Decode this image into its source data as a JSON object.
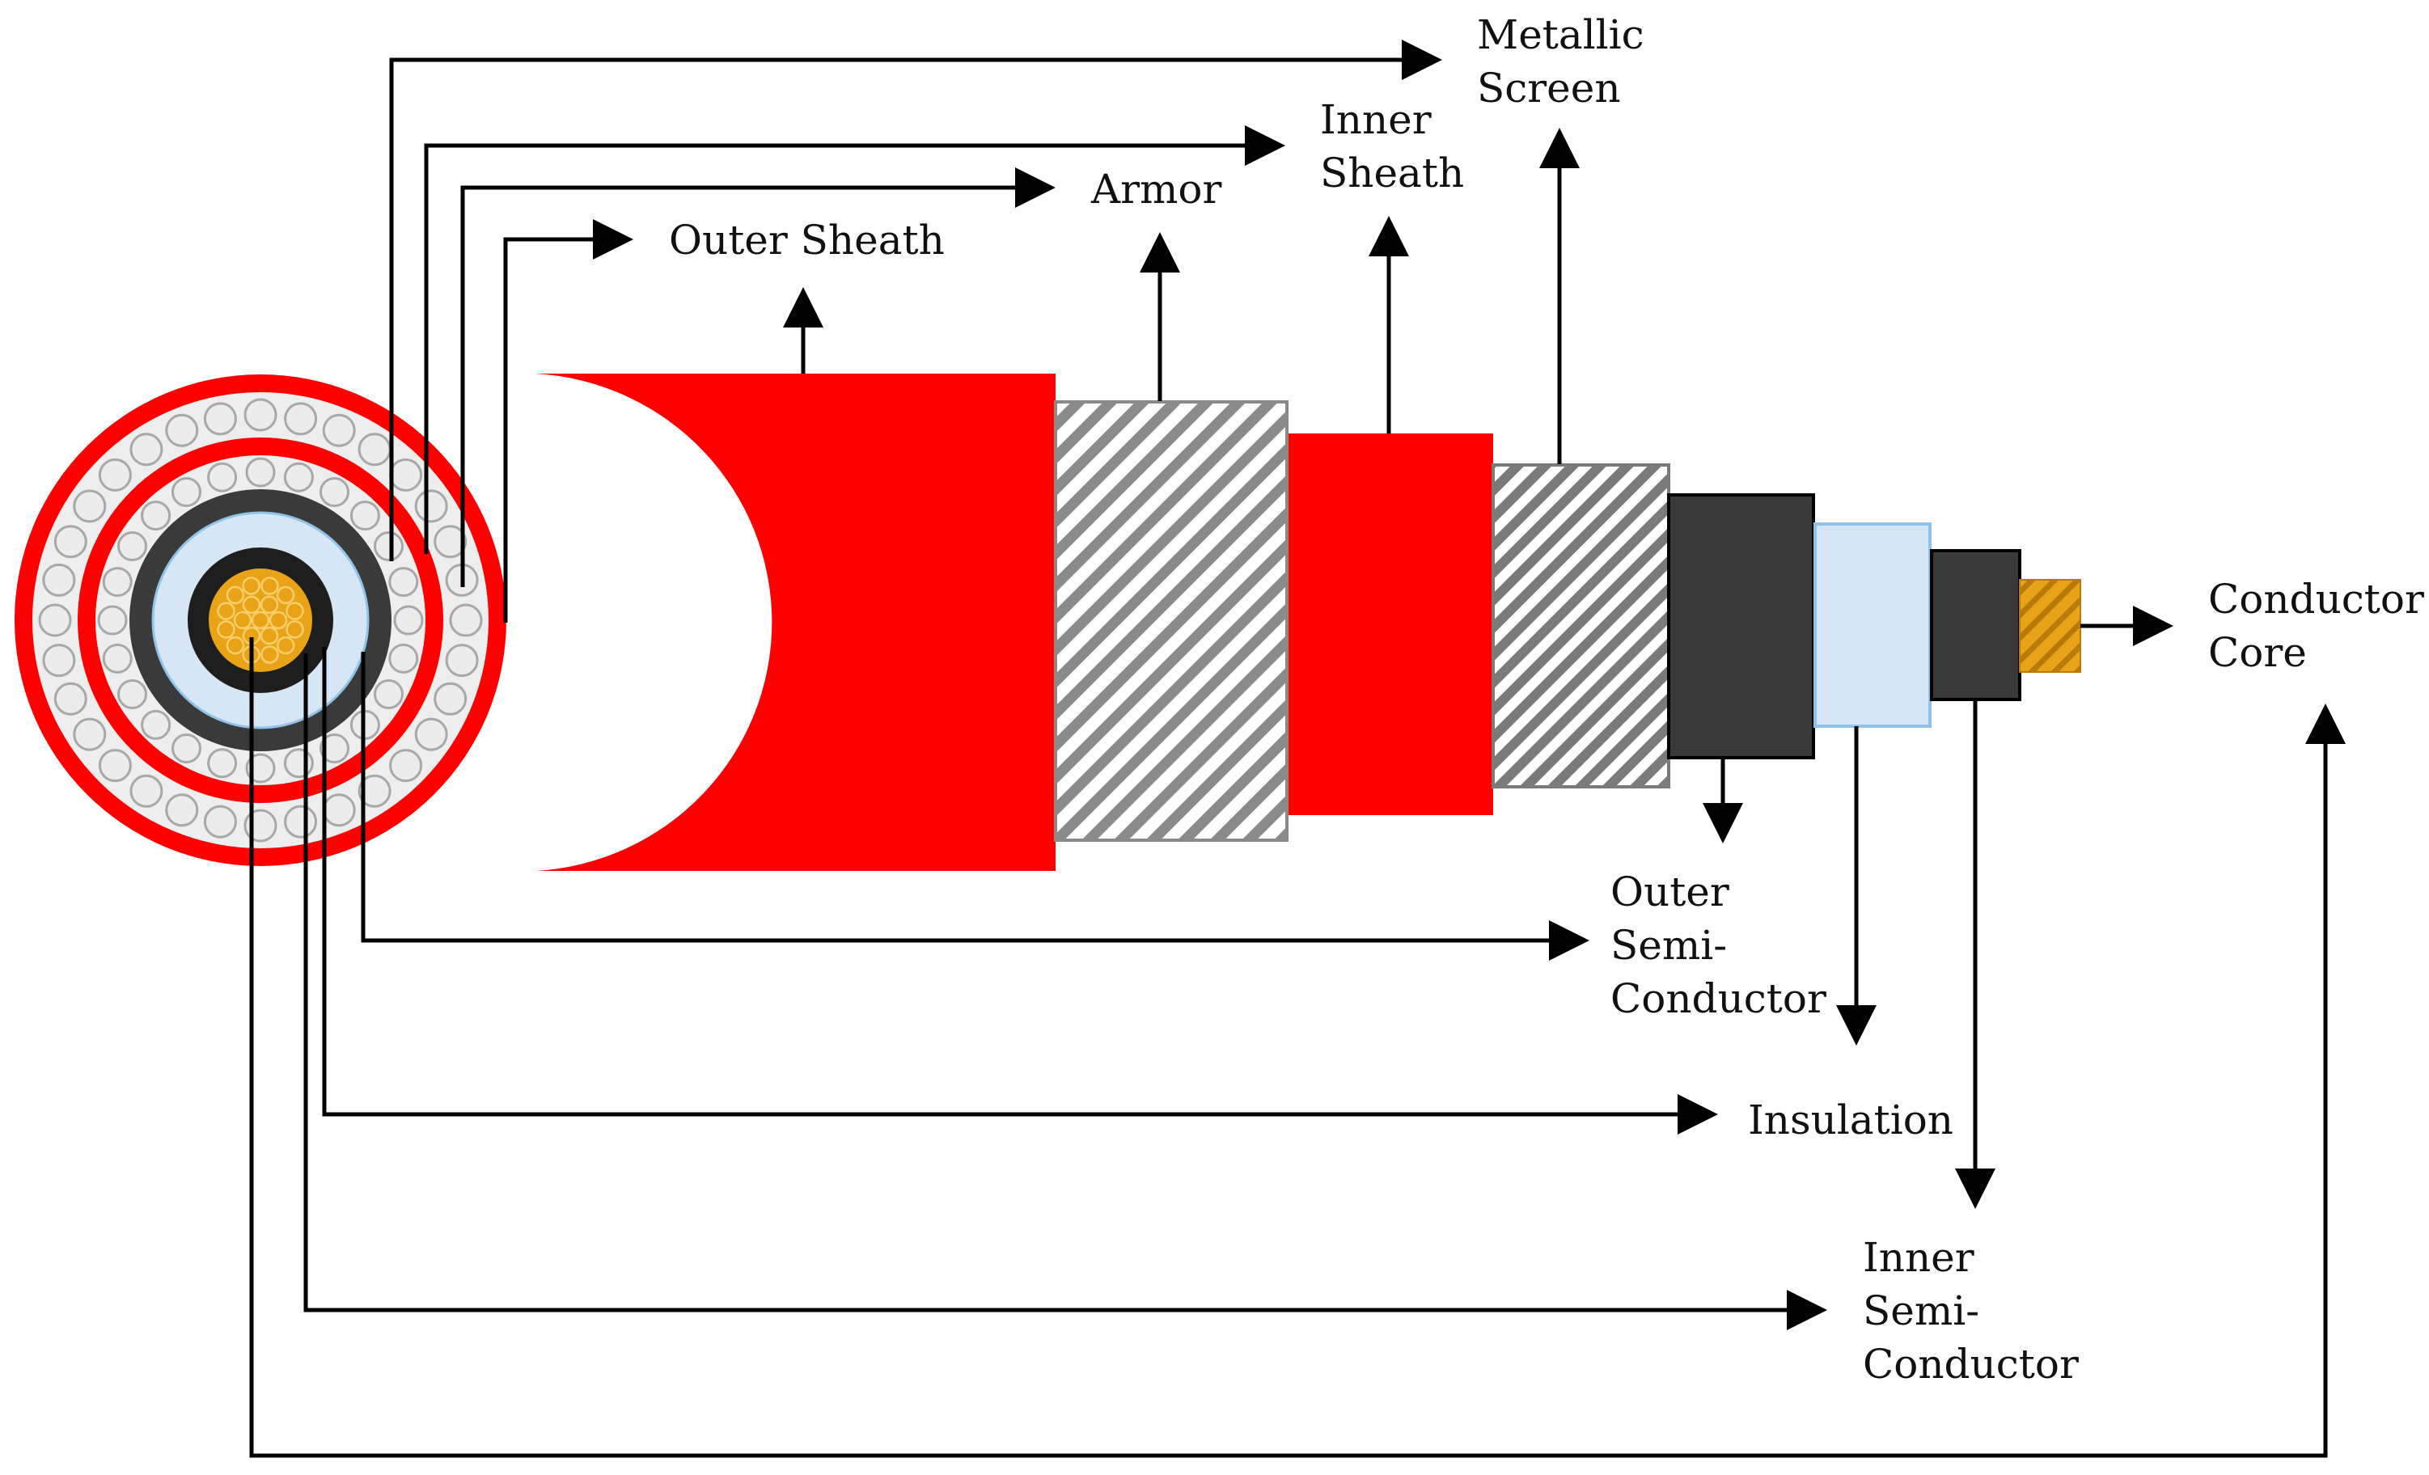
{
  "labels": {
    "outer_sheath": "Outer Sheath",
    "armor": "Armor",
    "inner_sheath": [
      "Inner",
      "Sheath"
    ],
    "metallic_screen": [
      "Metallic",
      "Screen"
    ],
    "conductor_core": [
      "Conductor",
      "Core"
    ],
    "outer_semi_conductor": [
      "Outer",
      "Semi-",
      "Conductor"
    ],
    "insulation": "Insulation",
    "inner_semi_conductor": [
      "Inner",
      "Semi-",
      "Conductor"
    ]
  },
  "colors": {
    "sheath_red": "#ff0000",
    "semiconductor_black": "#3a3a3a",
    "insulation_blue": "#d6e6f5",
    "insulation_border": "#8fc3ea",
    "conductor_gold": "#e8a317",
    "wire_grey": "#cfcfcf",
    "line": "#000000"
  }
}
